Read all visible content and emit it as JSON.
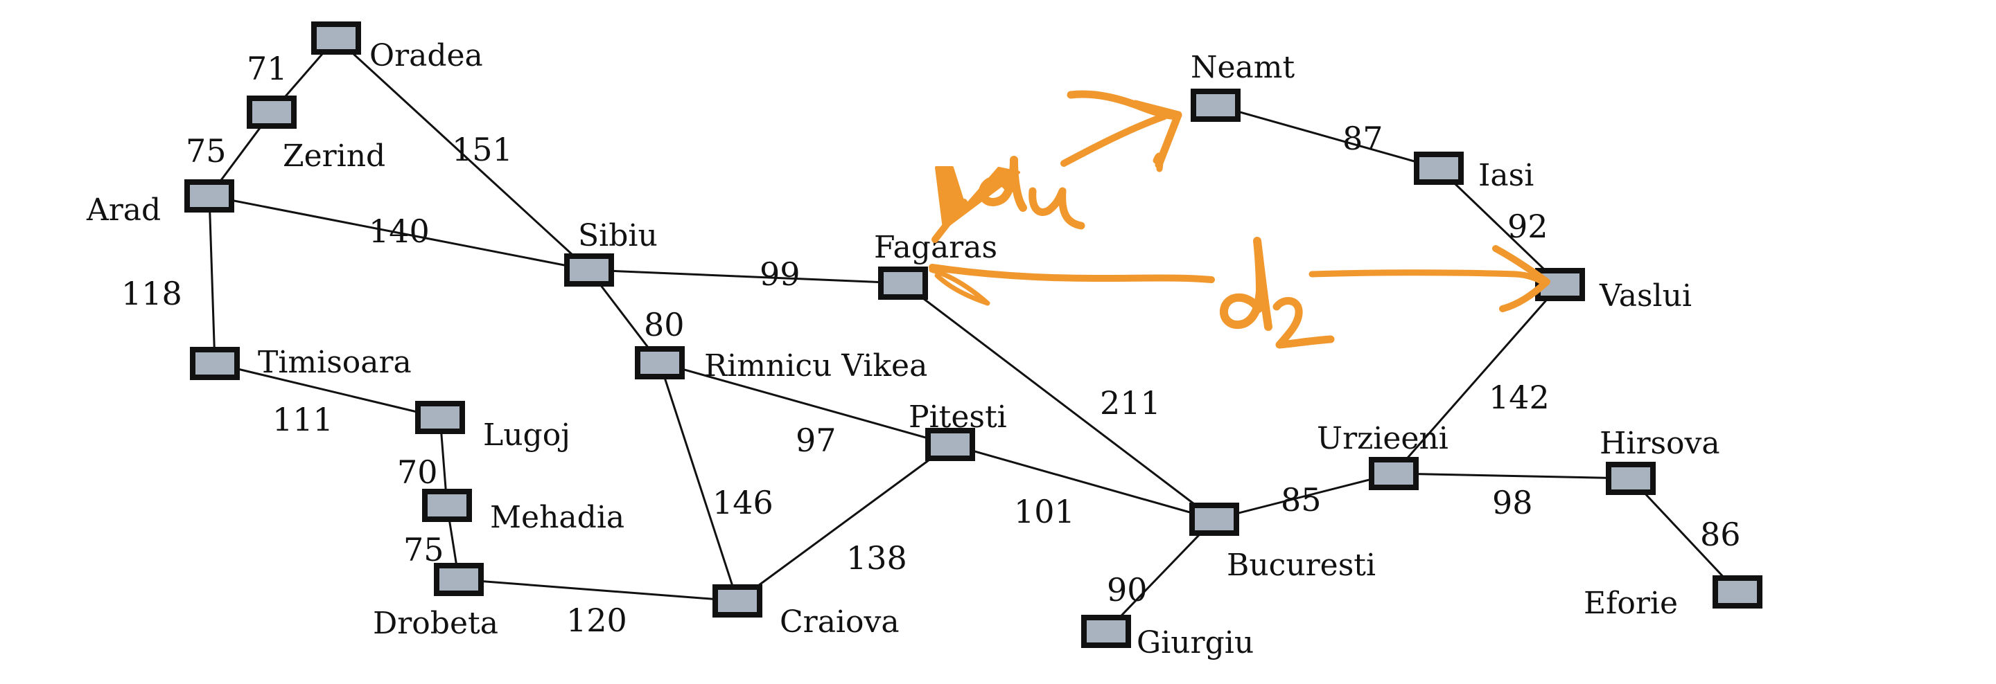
{
  "cities": {
    "oradea": "Oradea",
    "zerind": "Zerind",
    "arad": "Arad",
    "timisoara": "Timisoara",
    "lugoj": "Lugoj",
    "mehadia": "Mehadia",
    "drobeta": "Drobeta",
    "sibiu": "Sibiu",
    "rimnicu": "Rimnicu Vikea",
    "craiova": "Craiova",
    "fagaras": "Fagaras",
    "pitesti": "Pitesti",
    "bucuresti": "Bucuresti",
    "giurgiu": "Giurgiu",
    "urzieeni": "Urzieeni",
    "hirsova": "Hirsova",
    "eforie": "Eforie",
    "vaslui": "Vaslui",
    "iasi": "Iasi",
    "neamt": "Neamt"
  },
  "distances": {
    "oradea_zerind": "71",
    "zerind_arad": "75",
    "oradea_sibiu": "151",
    "arad_sibiu": "140",
    "arad_timisoara": "118",
    "timisoara_lugoj": "111",
    "lugoj_mehadia": "70",
    "mehadia_drobeta": "75",
    "drobeta_craiova": "120",
    "sibiu_fagaras": "99",
    "sibiu_rimnicu": "80",
    "rimnicu_pitesti": "97",
    "rimnicu_craiova": "146",
    "craiova_pitesti": "138",
    "pitesti_bucuresti": "101",
    "fagaras_bucuresti": "211",
    "bucuresti_giurgiu": "90",
    "bucuresti_urzieeni": "85",
    "urzieeni_hirsova": "98",
    "hirsova_eforie": "86",
    "urzieeni_vaslui": "142",
    "vaslui_iasi": "92",
    "iasi_neamt": "87"
  },
  "annotations": {
    "d1": "d1",
    "d2": "d2",
    "color": "#f0982d"
  }
}
